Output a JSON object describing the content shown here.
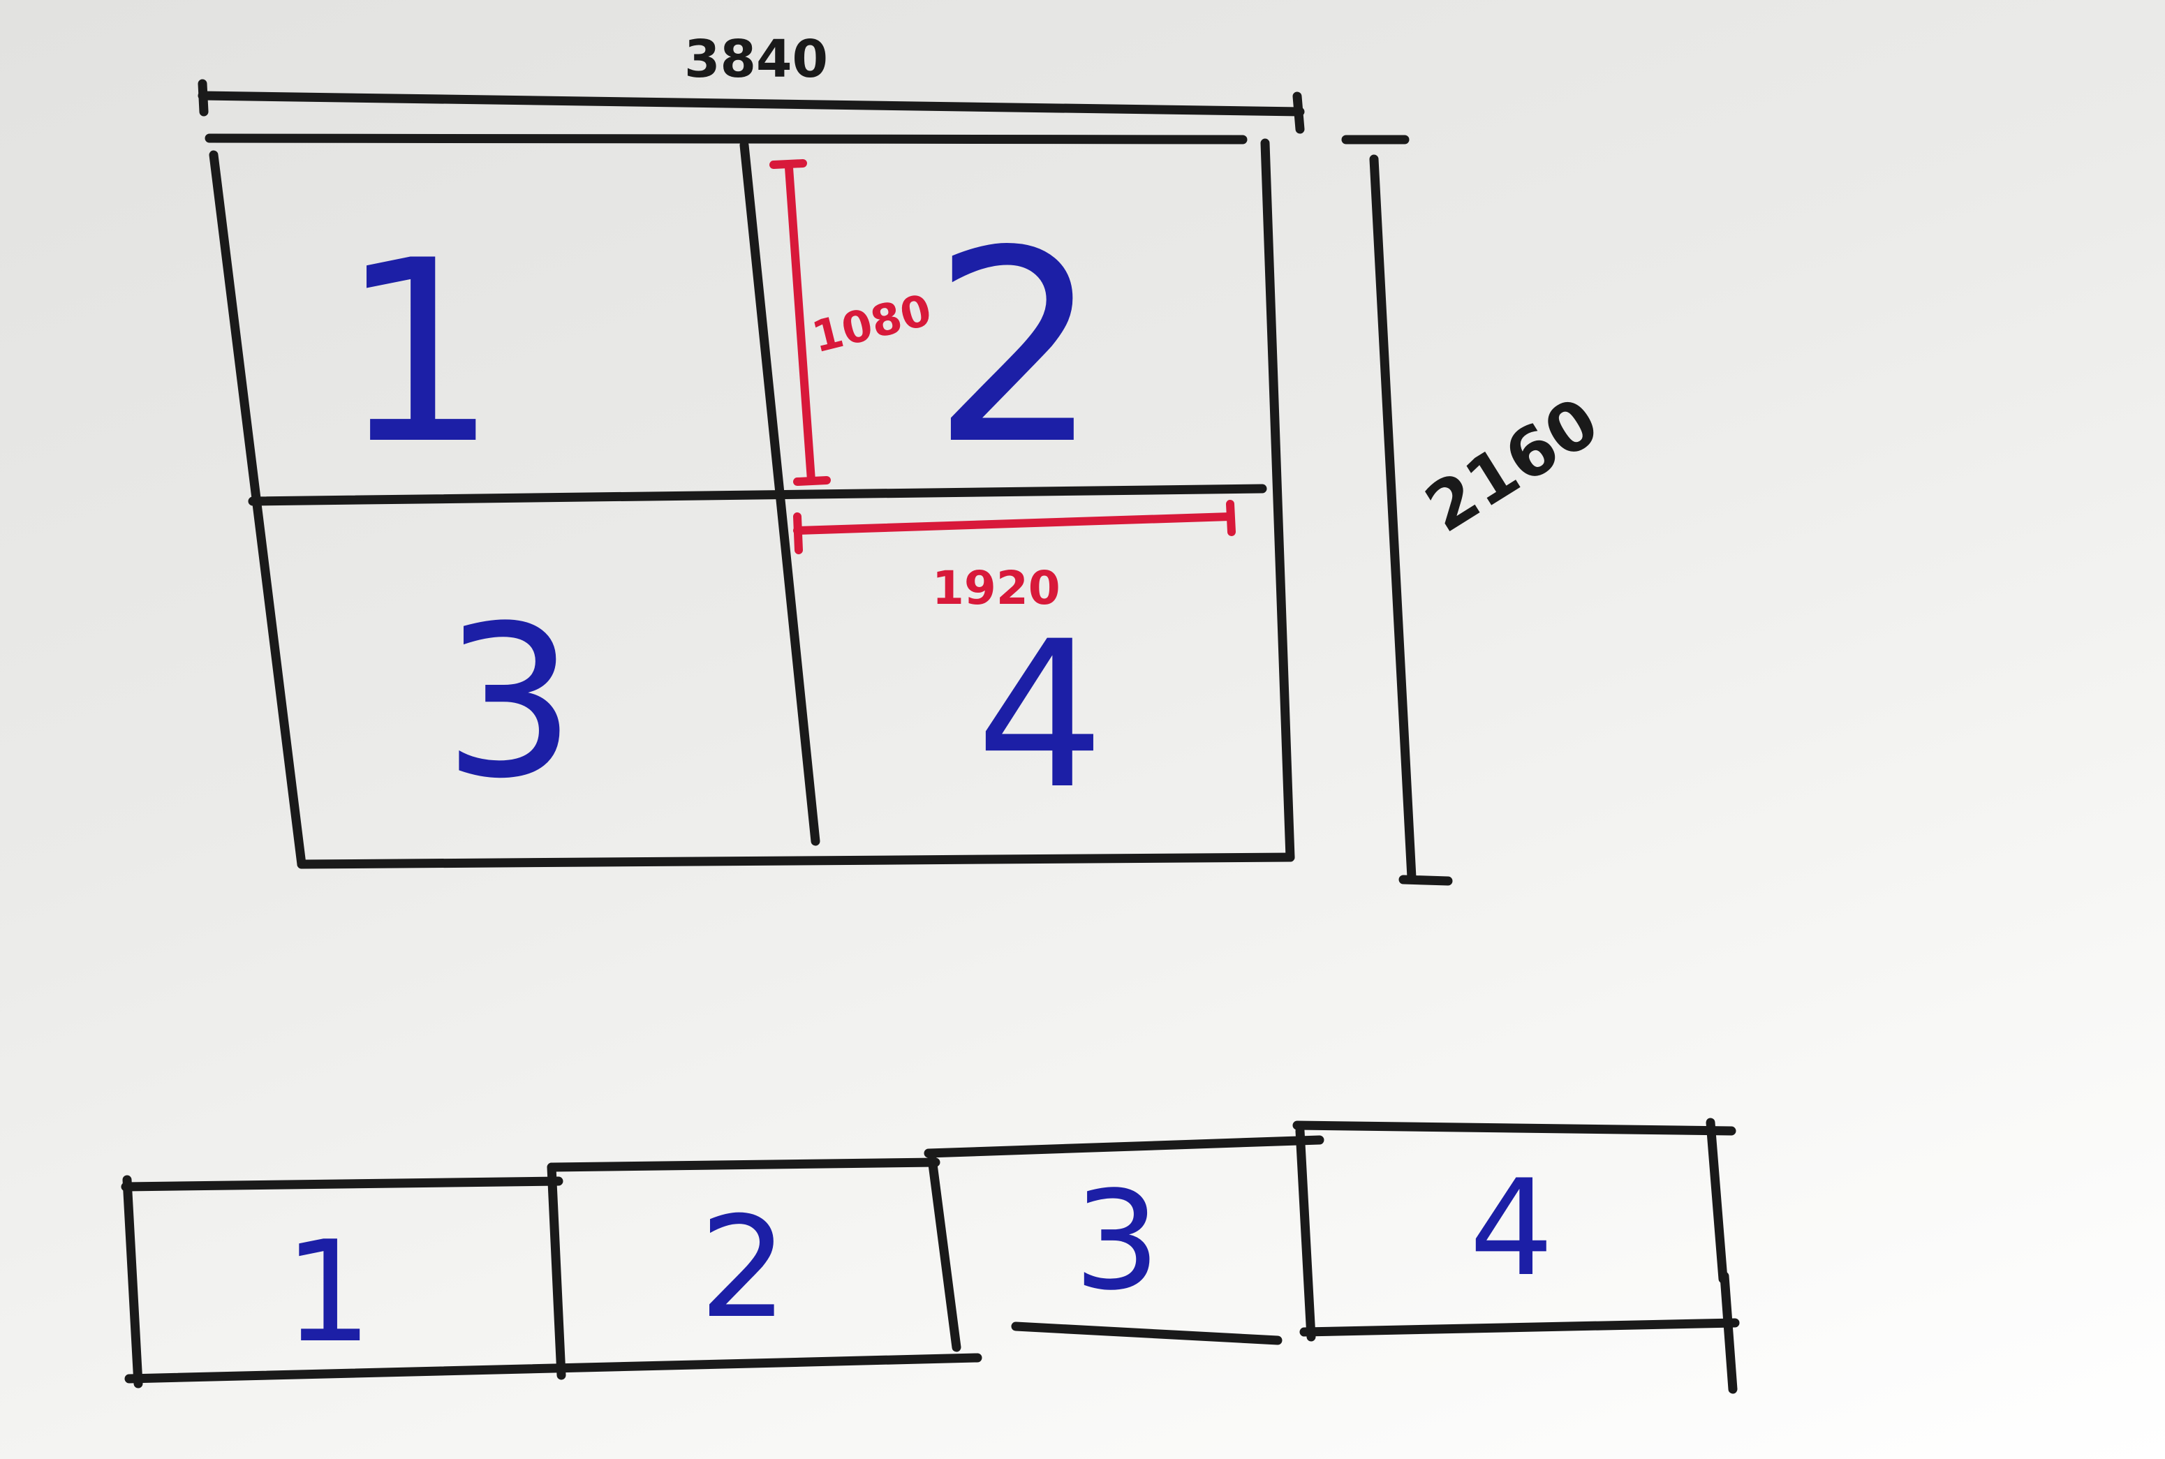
{
  "dimensions": {
    "total_width": "3840",
    "total_height": "2160",
    "cell_height": "1080",
    "cell_width": "1920"
  },
  "grid_layout": {
    "cells": [
      "1",
      "2",
      "3",
      "4"
    ]
  },
  "strip_layout": {
    "cells": [
      "1",
      "2",
      "3",
      "4"
    ]
  },
  "colors": {
    "outline": "#1a1a1a",
    "cell_numbers": "#1c1fa6",
    "dimensions_red": "#d8193a"
  }
}
